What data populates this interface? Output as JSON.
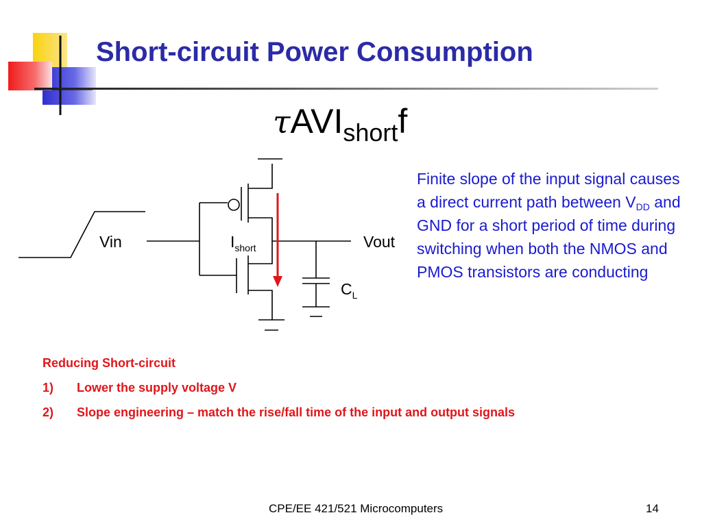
{
  "slide": {
    "title": "Short-circuit Power Consumption"
  },
  "formula": {
    "tau": "τ",
    "main": "AVI",
    "subscript": "short",
    "suffix": "f"
  },
  "circuit": {
    "input_label": "Vin",
    "output_label": "Vout",
    "current_label": "I",
    "current_subscript": "short",
    "cap_label": "C",
    "cap_subscript": "L"
  },
  "description": {
    "part1": "Finite slope of the input signal causes a direct current path between V",
    "vdd_subscript": "DD",
    "part2": " and GND for a short period of time during switching when both the NMOS and PMOS transistors are conducting"
  },
  "reducing": {
    "heading": "Reducing Short-circuit",
    "items": [
      {
        "number": "1)",
        "text": "Lower the supply voltage V"
      },
      {
        "number": "2)",
        "text": "Slope engineering – match the rise/fall time of the input and output signals"
      }
    ]
  },
  "footer": {
    "course": "CPE/EE 421/521 Microcomputers",
    "page": "14"
  },
  "colors": {
    "title": "#2b2ba6",
    "description": "#1a1acf",
    "reducing": "#e0161b",
    "arrow": "#e0161b",
    "logo_yellow": "#f7d21e",
    "logo_blue": "#3b3bd6",
    "logo_red": "#f02a2a"
  }
}
